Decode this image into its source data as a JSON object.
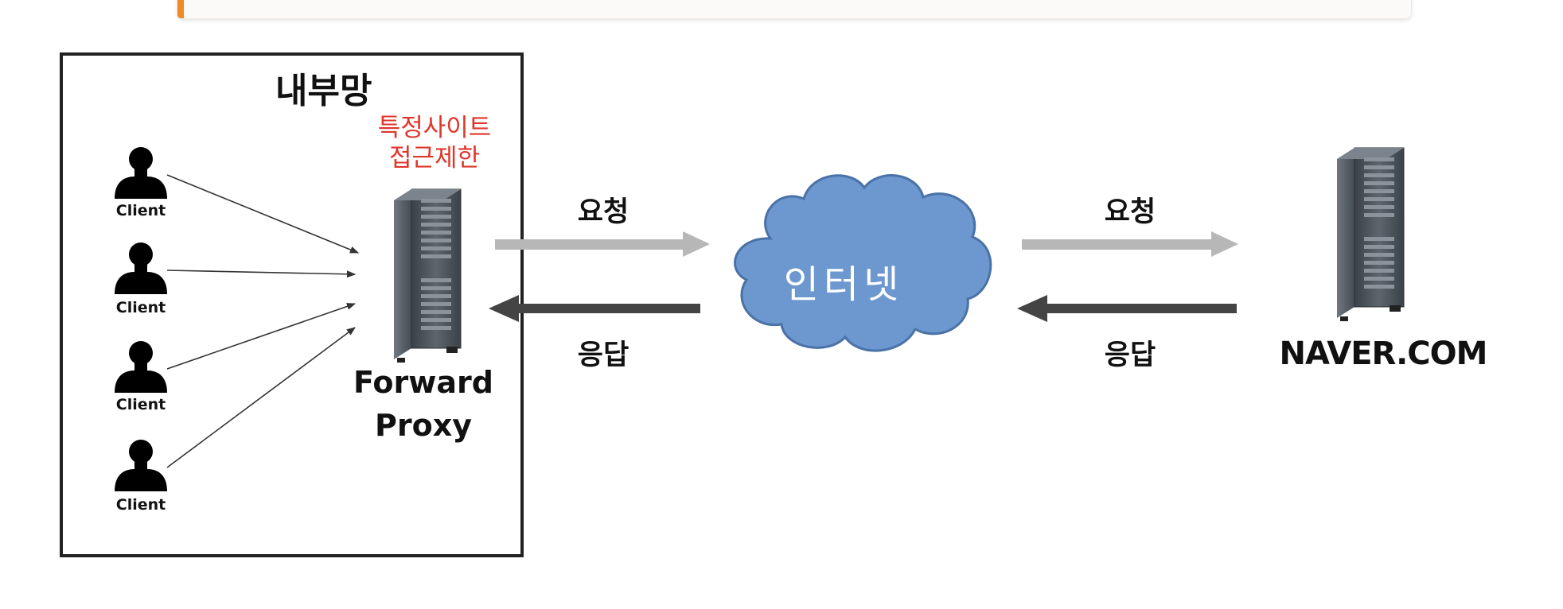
{
  "internal_network": {
    "title": "내부망"
  },
  "restriction_note": [
    "특정사이트",
    "접근제한"
  ],
  "clients": [
    {
      "label": "Client"
    },
    {
      "label": "Client"
    },
    {
      "label": "Client"
    },
    {
      "label": "Client"
    }
  ],
  "proxy": {
    "label_line1": "Forward",
    "label_line2": "Proxy"
  },
  "left_arrows": {
    "request": "요청",
    "response": "응답"
  },
  "cloud": {
    "label": "인터넷"
  },
  "right_arrows": {
    "request": "요청",
    "response": "응답"
  },
  "server": {
    "label": "NAVER.COM"
  },
  "colors": {
    "restriction_text": "#e0352b",
    "request_arrow": "#b7b7b7",
    "response_arrow": "#444444",
    "cloud_fill": "#6c97cf",
    "cloud_stroke": "#4a72a6",
    "callout_accent": "#f08a24"
  }
}
